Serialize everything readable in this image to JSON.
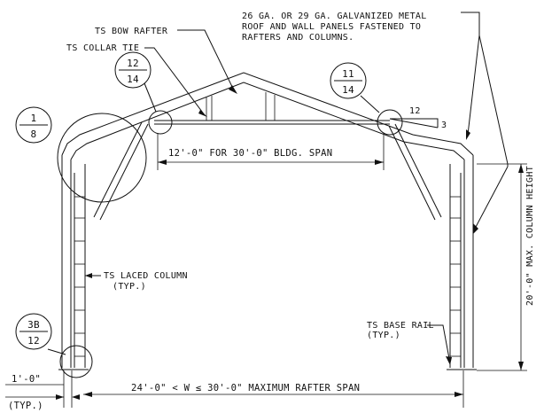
{
  "notes": {
    "panels_line1": "26 GA. OR 29 GA. GALVANIZED METAL",
    "panels_line2": "ROOF AND WALL PANELS FASTENED TO",
    "panels_line3": "RAFTERS AND COLUMNS.",
    "bow_rafter": "TS BOW RAFTER",
    "collar_tie": "TS COLLAR TIE",
    "laced_column_line1": "TS LACED COLUMN",
    "laced_column_line2": "(TYP.)",
    "base_rail_line1": "TS BASE RAIL",
    "base_rail_line2": "(TYP.)"
  },
  "slope": {
    "run": "12",
    "rise": "3"
  },
  "dimensions": {
    "collar_span": "12'-0\" FOR 30'-0\" BLDG. SPAN",
    "rafter_span": "24'-0\" < W ≤ 30'-0\" MAXIMUM RAFTER SPAN",
    "column_height": "20'-0\" MAX. COLUMN HEIGHT",
    "offset_line1": "1'-0\"",
    "offset_line2": "(TYP.)"
  },
  "detail_bubbles": [
    {
      "top": "1",
      "bottom": "8"
    },
    {
      "top": "12",
      "bottom": "14"
    },
    {
      "top": "11",
      "bottom": "14"
    },
    {
      "top": "3B",
      "bottom": "12"
    }
  ]
}
